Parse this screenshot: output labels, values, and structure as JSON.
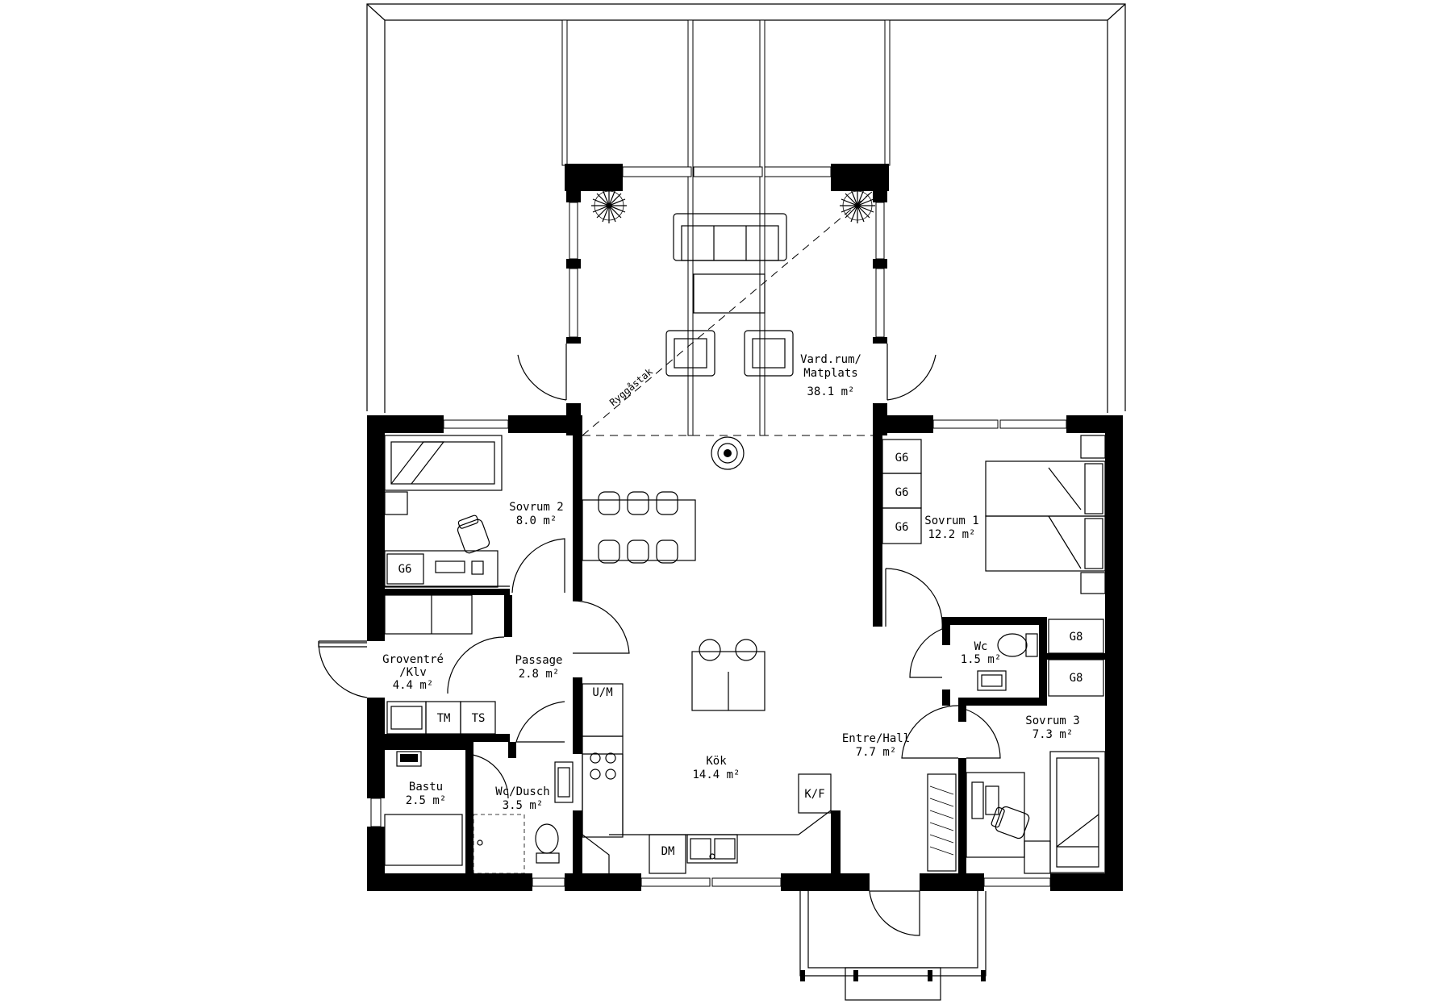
{
  "colors": {
    "ink": "#000000",
    "paper": "#ffffff"
  },
  "rooms": {
    "vardrum": {
      "name1": "Vard.rum/",
      "name2": "Matplats",
      "area": "38.1 m²"
    },
    "sovrum2": {
      "name": "Sovrum 2",
      "area": "8.0 m²"
    },
    "sovrum1": {
      "name": "Sovrum 1",
      "area": "12.2 m²"
    },
    "wc": {
      "name": "Wc",
      "area": "1.5 m²"
    },
    "sovrum3": {
      "name": "Sovrum 3",
      "area": "7.3 m²"
    },
    "groventre": {
      "name1": "Groventré",
      "name2": "/Klv",
      "area": "4.4 m²"
    },
    "passage": {
      "name": "Passage",
      "area": "2.8 m²"
    },
    "bastu": {
      "name": "Bastu",
      "area": "2.5 m²"
    },
    "wcdusch": {
      "name": "Wc/Dusch",
      "area": "3.5 m²"
    },
    "kok": {
      "name": "Kök",
      "area": "14.4 m²"
    },
    "entre": {
      "name": "Entre/Hall",
      "area": "7.7 m²"
    }
  },
  "fixtures": {
    "g6": "G6",
    "g8": "G8",
    "tm": "TM",
    "ts": "TS",
    "um": "U/M",
    "kf": "K/F",
    "dm": "DM"
  },
  "annotations": {
    "roof": "Ryggåstak"
  },
  "icons": [
    "plant-icon",
    "sofa-icon",
    "armchair-icon",
    "stove-icon",
    "toilet-icon",
    "sink-icon",
    "bed-icon",
    "desk-chair-icon",
    "sauna-heater-icon",
    "door-swing-icon",
    "window-icon"
  ]
}
